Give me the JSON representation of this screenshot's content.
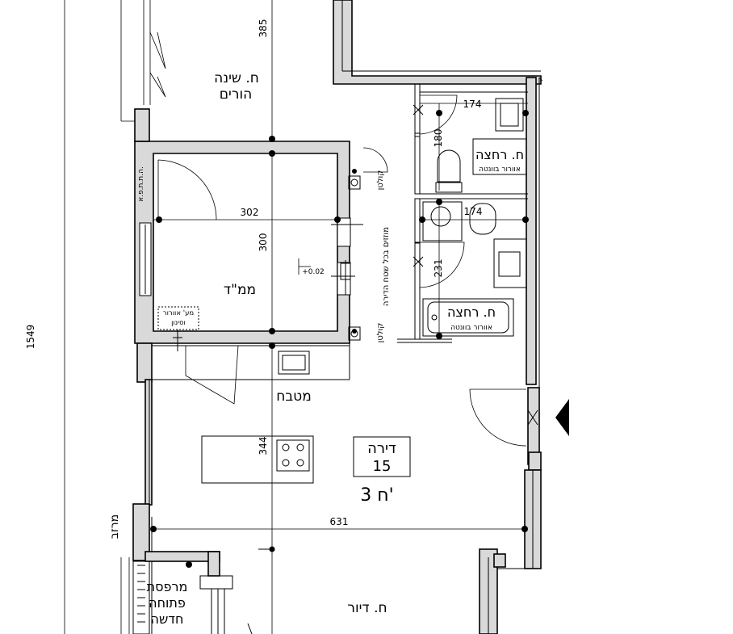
{
  "rooms": {
    "parents_bedroom_line1": "ח. שינה",
    "parents_bedroom_line2": "הורים",
    "safe_room": "ממ\"ד",
    "kitchen": "מטבח",
    "bath1_title": "ח. רחצה",
    "bath1_sub": "אוורור בוונטה",
    "bath2_title": "ח. רחצה",
    "bath2_sub": "אוורור בוונטה",
    "living_room": "ח. דיור",
    "balcony_line1": "מרפסת",
    "balcony_line2": "פתוחה",
    "balcony_line3": "חדשה",
    "storage": "מרזב",
    "utility_vertical": "ה.ת.ת.פ.א.",
    "vent_box_line1": "מע' אוורור",
    "vent_box_line2": "וסינון",
    "kolton1": "קולטן",
    "kolton2": "קולטן",
    "shaft_note": "מוזזים בכל שטח הדירה",
    "elevation": "+0.02"
  },
  "apartment": {
    "label": "דירה",
    "number": "15",
    "rooms_count": "3 ח'"
  },
  "dimensions": {
    "top_vertical": "385",
    "total_vertical": "1549",
    "safe_room_width": "302",
    "safe_room_height": "300",
    "bath1_width": "174",
    "bath1_height": "180",
    "bath2_width": "174",
    "bath2_height": "231",
    "kitchen_depth": "344",
    "living_width": "631"
  },
  "colors": {
    "wall_fill": "#d9d9d9",
    "line": "#000000",
    "background": "#ffffff"
  }
}
